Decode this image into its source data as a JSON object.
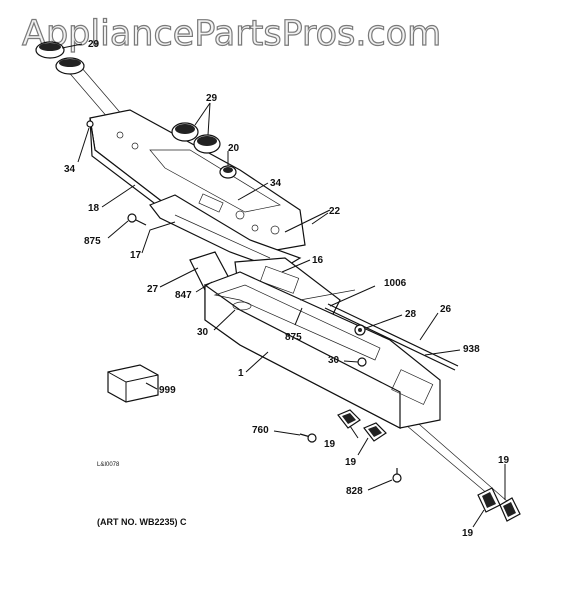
{
  "watermark": "AppliancePartsPros.com",
  "art_number": "(ART NO. WB2235) C",
  "illustration_code": "L&I0078",
  "callouts": [
    {
      "id": "c29a",
      "text": "29"
    },
    {
      "id": "c29b",
      "text": "29"
    },
    {
      "id": "c34a",
      "text": "34"
    },
    {
      "id": "c20",
      "text": "20"
    },
    {
      "id": "c34b",
      "text": "34"
    },
    {
      "id": "c18",
      "text": "18"
    },
    {
      "id": "c22",
      "text": "22"
    },
    {
      "id": "c875a",
      "text": "875"
    },
    {
      "id": "c17",
      "text": "17"
    },
    {
      "id": "c16",
      "text": "16"
    },
    {
      "id": "c27",
      "text": "27"
    },
    {
      "id": "c847",
      "text": "847"
    },
    {
      "id": "c1006",
      "text": "1006"
    },
    {
      "id": "c26",
      "text": "26"
    },
    {
      "id": "c28",
      "text": "28"
    },
    {
      "id": "c30a",
      "text": "30"
    },
    {
      "id": "c875b",
      "text": "875"
    },
    {
      "id": "c938",
      "text": "938"
    },
    {
      "id": "c30b",
      "text": "30"
    },
    {
      "id": "c1",
      "text": "1"
    },
    {
      "id": "c999",
      "text": "999"
    },
    {
      "id": "c760",
      "text": "760"
    },
    {
      "id": "c19a",
      "text": "19"
    },
    {
      "id": "c19b",
      "text": "19"
    },
    {
      "id": "c828",
      "text": "828"
    },
    {
      "id": "c19c",
      "text": "19"
    },
    {
      "id": "c19d",
      "text": "19"
    }
  ]
}
